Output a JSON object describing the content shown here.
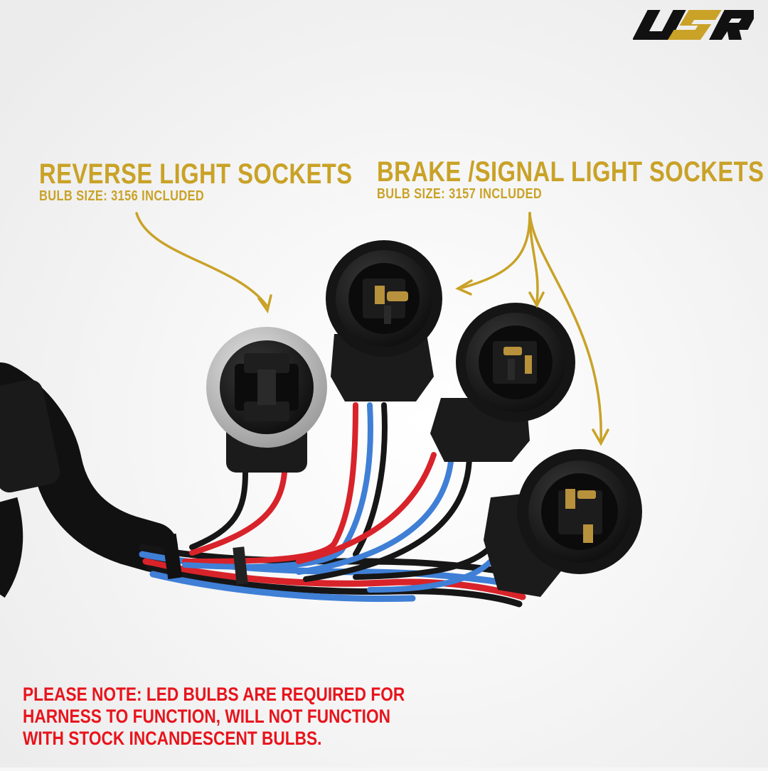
{
  "brand": {
    "logo_text": "USR"
  },
  "labels": {
    "reverse": {
      "title": "REVERSE LIGHT SOCKETS",
      "subtitle": "BULB SIZE: 3156 INCLUDED"
    },
    "brake": {
      "title": "BRAKE /SIGNAL LIGHT SOCKETS",
      "subtitle": "BULB SIZE: 3157 INCLUDED"
    }
  },
  "note": {
    "line1": "PLEASE NOTE: LED BULBS ARE REQUIRED FOR",
    "line2": "HARNESS TO FUNCTION, WILL NOT FUNCTION",
    "line3": "WITH STOCK INCANDESCENT BULBS."
  },
  "colors": {
    "gold": "#c9a227",
    "red": "#e8141c",
    "wire_red": "#d8232a",
    "wire_blue": "#3f7fd6",
    "wire_black": "#161616",
    "socket_black": "#1b1b1b",
    "socket_ring": "#c9c9c9"
  }
}
